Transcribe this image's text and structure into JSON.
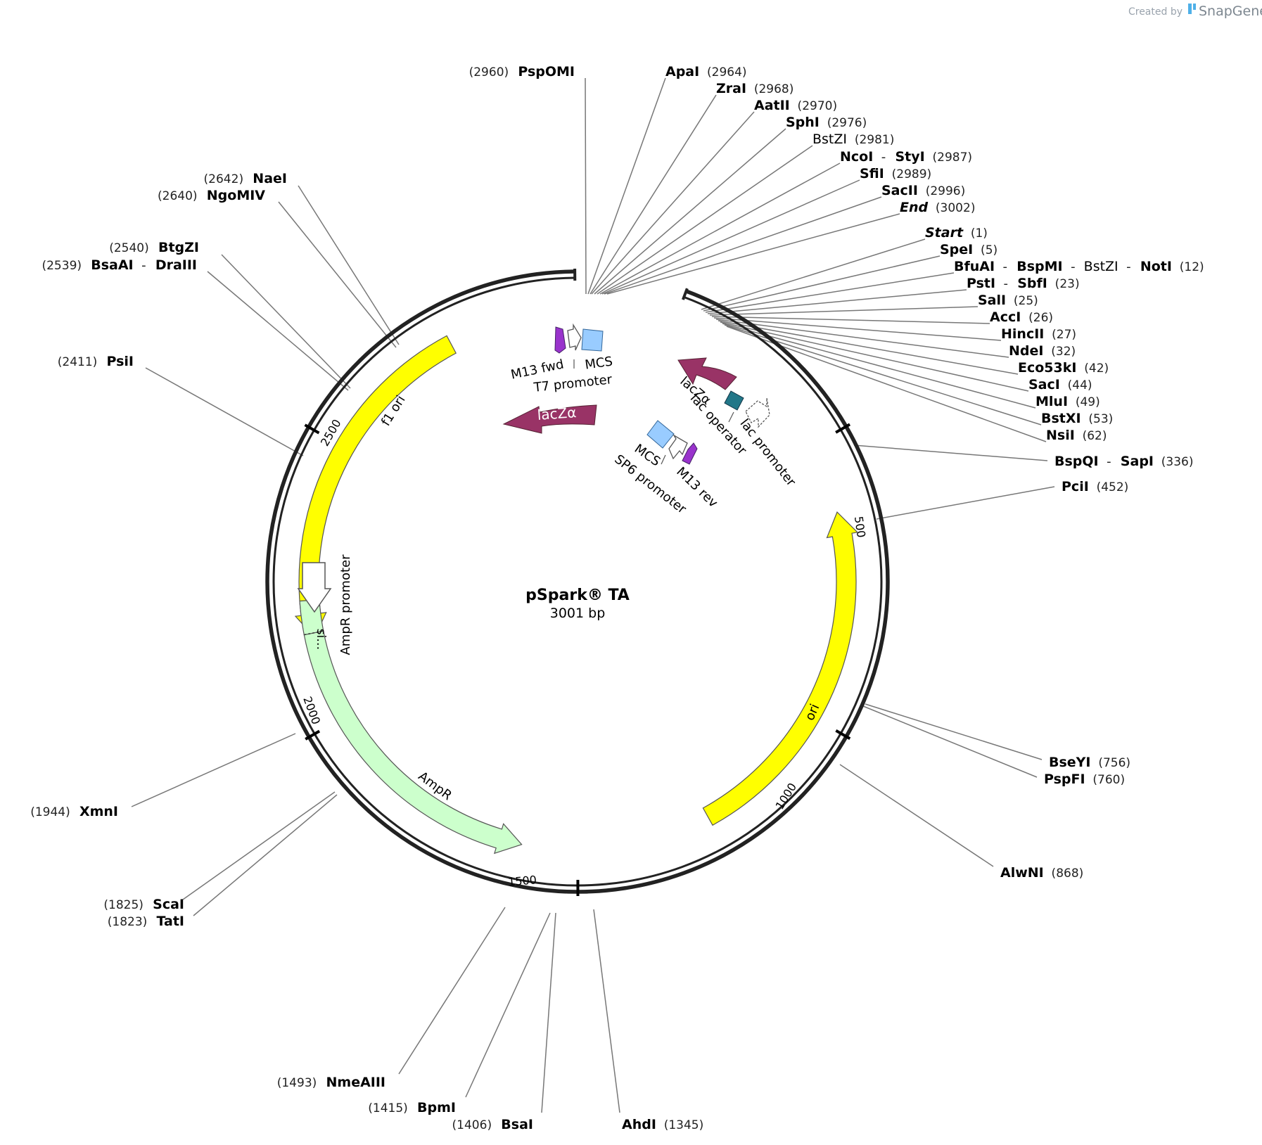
{
  "credit": {
    "prefix": "Created by",
    "brand": "SnapGene"
  },
  "plasmid": {
    "name": "pSpark® TA",
    "size_label": "3001 bp"
  },
  "colors": {
    "backbone": "#222222",
    "ori": "#ffff00",
    "ampr": "#ccffcc",
    "lacz": "#993366",
    "mcs": "#99ccff",
    "primer": "#9933cc",
    "operator": "#227788",
    "leader": "#777777"
  },
  "ticks": [
    {
      "label": "500"
    },
    {
      "label": "1000"
    },
    {
      "label": "1500"
    },
    {
      "label": "2000"
    },
    {
      "label": "2500"
    }
  ],
  "features": [
    {
      "label": "f1 ori"
    },
    {
      "label": "ori"
    },
    {
      "label": "AmpR"
    },
    {
      "label": "AmpR promoter"
    },
    {
      "label": "si…"
    },
    {
      "label": "lacZα"
    },
    {
      "label": "lacZα"
    },
    {
      "label": "lac operator"
    },
    {
      "label": "lac promoter"
    },
    {
      "label": "M13 fwd"
    },
    {
      "label": "MCS"
    },
    {
      "label": "T7 promoter"
    },
    {
      "label": "MCS"
    },
    {
      "label": "M13 rev"
    },
    {
      "label": "SP6 promoter"
    }
  ],
  "sites": [
    {
      "segments": [
        {
          "t": "(2960)",
          "k": "num"
        },
        {
          "t": "PspOMI",
          "k": "name"
        }
      ]
    },
    {
      "segments": [
        {
          "t": "ApaI",
          "k": "name"
        },
        {
          "t": "(2964)",
          "k": "num"
        }
      ]
    },
    {
      "segments": [
        {
          "t": "ZraI",
          "k": "name"
        },
        {
          "t": "(2968)",
          "k": "num"
        }
      ]
    },
    {
      "segments": [
        {
          "t": "AatII",
          "k": "name"
        },
        {
          "t": "(2970)",
          "k": "num"
        }
      ]
    },
    {
      "segments": [
        {
          "t": "SphI",
          "k": "name"
        },
        {
          "t": "(2976)",
          "k": "num"
        }
      ]
    },
    {
      "segments": [
        {
          "t": "BstZI",
          "k": "plain"
        },
        {
          "t": "(2981)",
          "k": "num"
        }
      ]
    },
    {
      "segments": [
        {
          "t": "NcoI",
          "k": "name"
        },
        {
          "t": "-",
          "k": "dash"
        },
        {
          "t": "StyI",
          "k": "name"
        },
        {
          "t": "(2987)",
          "k": "num"
        }
      ]
    },
    {
      "segments": [
        {
          "t": "SfiI",
          "k": "name"
        },
        {
          "t": "(2989)",
          "k": "num"
        }
      ]
    },
    {
      "segments": [
        {
          "t": "SacII",
          "k": "name"
        },
        {
          "t": "(2996)",
          "k": "num"
        }
      ]
    },
    {
      "segments": [
        {
          "t": "End",
          "k": "italic"
        },
        {
          "t": "(3002)",
          "k": "num"
        }
      ]
    },
    {
      "segments": [
        {
          "t": "Start",
          "k": "italic"
        },
        {
          "t": "(1)",
          "k": "num"
        }
      ]
    },
    {
      "segments": [
        {
          "t": "SpeI",
          "k": "name"
        },
        {
          "t": "(5)",
          "k": "num"
        }
      ]
    },
    {
      "segments": [
        {
          "t": "BfuAI",
          "k": "name"
        },
        {
          "t": "-",
          "k": "dash"
        },
        {
          "t": "BspMI",
          "k": "name"
        },
        {
          "t": "-",
          "k": "dash"
        },
        {
          "t": "BstZI",
          "k": "plain"
        },
        {
          "t": "-",
          "k": "dash"
        },
        {
          "t": "NotI",
          "k": "name"
        },
        {
          "t": "(12)",
          "k": "num"
        }
      ]
    },
    {
      "segments": [
        {
          "t": "PstI",
          "k": "name"
        },
        {
          "t": "-",
          "k": "dash"
        },
        {
          "t": "SbfI",
          "k": "name"
        },
        {
          "t": "(23)",
          "k": "num"
        }
      ]
    },
    {
      "segments": [
        {
          "t": "SalI",
          "k": "name"
        },
        {
          "t": "(25)",
          "k": "num"
        }
      ]
    },
    {
      "segments": [
        {
          "t": "AccI",
          "k": "name"
        },
        {
          "t": "(26)",
          "k": "num"
        }
      ]
    },
    {
      "segments": [
        {
          "t": "HincII",
          "k": "name"
        },
        {
          "t": "(27)",
          "k": "num"
        }
      ]
    },
    {
      "segments": [
        {
          "t": "NdeI",
          "k": "name"
        },
        {
          "t": "(32)",
          "k": "num"
        }
      ]
    },
    {
      "segments": [
        {
          "t": "Eco53kI",
          "k": "name"
        },
        {
          "t": "(42)",
          "k": "num"
        }
      ]
    },
    {
      "segments": [
        {
          "t": "SacI",
          "k": "name"
        },
        {
          "t": "(44)",
          "k": "num"
        }
      ]
    },
    {
      "segments": [
        {
          "t": "MluI",
          "k": "name"
        },
        {
          "t": "(49)",
          "k": "num"
        }
      ]
    },
    {
      "segments": [
        {
          "t": "BstXI",
          "k": "name"
        },
        {
          "t": "(53)",
          "k": "num"
        }
      ]
    },
    {
      "segments": [
        {
          "t": "NsiI",
          "k": "name"
        },
        {
          "t": "(62)",
          "k": "num"
        }
      ]
    },
    {
      "segments": [
        {
          "t": "BspQI",
          "k": "name"
        },
        {
          "t": "-",
          "k": "dash"
        },
        {
          "t": "SapI",
          "k": "name"
        },
        {
          "t": "(336)",
          "k": "num"
        }
      ]
    },
    {
      "segments": [
        {
          "t": "PciI",
          "k": "name"
        },
        {
          "t": "(452)",
          "k": "num"
        }
      ]
    },
    {
      "segments": [
        {
          "t": "BseYI",
          "k": "name"
        },
        {
          "t": "(756)",
          "k": "num"
        }
      ]
    },
    {
      "segments": [
        {
          "t": "PspFI",
          "k": "name"
        },
        {
          "t": "(760)",
          "k": "num"
        }
      ]
    },
    {
      "segments": [
        {
          "t": "AlwNI",
          "k": "name"
        },
        {
          "t": "(868)",
          "k": "num"
        }
      ]
    },
    {
      "segments": [
        {
          "t": "AhdI",
          "k": "name"
        },
        {
          "t": "(1345)",
          "k": "num"
        }
      ]
    },
    {
      "segments": [
        {
          "t": "(1406)",
          "k": "num"
        },
        {
          "t": "BsaI",
          "k": "name"
        }
      ]
    },
    {
      "segments": [
        {
          "t": "(1415)",
          "k": "num"
        },
        {
          "t": "BpmI",
          "k": "name"
        }
      ]
    },
    {
      "segments": [
        {
          "t": "(1493)",
          "k": "num"
        },
        {
          "t": "NmeAIII",
          "k": "name"
        }
      ]
    },
    {
      "segments": [
        {
          "t": "(1823)",
          "k": "num"
        },
        {
          "t": "TatI",
          "k": "name"
        }
      ]
    },
    {
      "segments": [
        {
          "t": "(1825)",
          "k": "num"
        },
        {
          "t": "ScaI",
          "k": "name"
        }
      ]
    },
    {
      "segments": [
        {
          "t": "(1944)",
          "k": "num"
        },
        {
          "t": "XmnI",
          "k": "name"
        }
      ]
    },
    {
      "segments": [
        {
          "t": "(2411)",
          "k": "num"
        },
        {
          "t": "PsiI",
          "k": "name"
        }
      ]
    },
    {
      "segments": [
        {
          "t": "(2539)",
          "k": "num"
        },
        {
          "t": "BsaAI",
          "k": "name"
        },
        {
          "t": "-",
          "k": "dash"
        },
        {
          "t": "DraIII",
          "k": "name"
        }
      ]
    },
    {
      "segments": [
        {
          "t": "(2540)",
          "k": "num"
        },
        {
          "t": "BtgZI",
          "k": "name"
        }
      ]
    },
    {
      "segments": [
        {
          "t": "(2640)",
          "k": "num"
        },
        {
          "t": "NgoMIV",
          "k": "name"
        }
      ]
    },
    {
      "segments": [
        {
          "t": "(2642)",
          "k": "num"
        },
        {
          "t": "NaeI",
          "k": "name"
        }
      ]
    }
  ]
}
